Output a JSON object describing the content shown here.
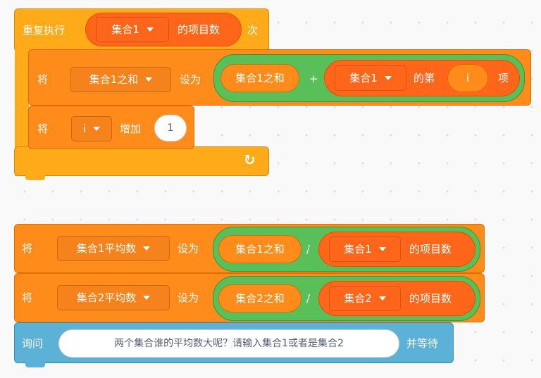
{
  "repeat_block": {
    "prefix": "重复执行",
    "list_dropdown": "集合1",
    "item_count_label": "的项目数",
    "suffix": "次",
    "loop_arrow": "↻"
  },
  "set_block_1": {
    "prefix": "将",
    "var_dropdown": "集合1之和",
    "to_label": "设为",
    "reporter_var": "集合1之和",
    "operator": "+",
    "list_dropdown": "集合1",
    "item_of_label": "的第",
    "index_var": "i",
    "item_suffix": "项"
  },
  "change_block": {
    "prefix": "将",
    "var_dropdown": "i",
    "by_label": "增加",
    "value": "1"
  },
  "set_block_2": {
    "prefix": "将",
    "var_dropdown": "集合1平均数",
    "to_label": "设为",
    "reporter_var": "集合1之和",
    "operator": "/",
    "list_dropdown": "集合1",
    "length_label": "的项目数"
  },
  "set_block_3": {
    "prefix": "将",
    "var_dropdown": "集合2平均数",
    "to_label": "设为",
    "reporter_var": "集合2之和",
    "operator": "/",
    "list_dropdown": "集合2",
    "length_label": "的项目数"
  },
  "ask_block": {
    "prefix": "询问",
    "question": "两个集合谁的平均数大呢？请输入集合1或者是集合2",
    "suffix": "并等待"
  },
  "colors": {
    "control": "#FFAB19",
    "variables": "#FF8C1A",
    "list": "#FF661A",
    "operators": "#59C059",
    "sensing": "#5CB1D6"
  }
}
